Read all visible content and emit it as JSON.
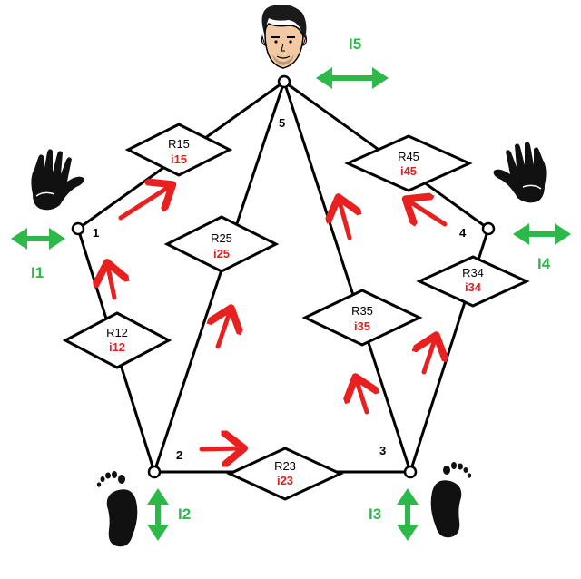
{
  "nodes": [
    {
      "id": "1",
      "label": "1"
    },
    {
      "id": "2",
      "label": "2"
    },
    {
      "id": "3",
      "label": "3"
    },
    {
      "id": "4",
      "label": "4"
    },
    {
      "id": "5",
      "label": "5"
    }
  ],
  "resistors": [
    {
      "id": "R12",
      "name": "R12",
      "current": "i12"
    },
    {
      "id": "R15",
      "name": "R15",
      "current": "i15"
    },
    {
      "id": "R25",
      "name": "R25",
      "current": "i25"
    },
    {
      "id": "R23",
      "name": "R23",
      "current": "i23"
    },
    {
      "id": "R35",
      "name": "R35",
      "current": "i35"
    },
    {
      "id": "R34",
      "name": "R34",
      "current": "i34"
    },
    {
      "id": "R45",
      "name": "R45",
      "current": "i45"
    }
  ],
  "external_currents": [
    {
      "id": "I1",
      "label": "I1"
    },
    {
      "id": "I2",
      "label": "I2"
    },
    {
      "id": "I3",
      "label": "I3"
    },
    {
      "id": "I4",
      "label": "I4"
    },
    {
      "id": "I5",
      "label": "I5"
    }
  ],
  "colors": {
    "current_arrow": "#e82020",
    "external_arrow": "#2db84a",
    "wire": "#000000",
    "current_label": "#e02020"
  },
  "icons": [
    "head-icon",
    "left-hand-icon",
    "right-hand-icon",
    "left-foot-icon",
    "right-foot-icon"
  ]
}
